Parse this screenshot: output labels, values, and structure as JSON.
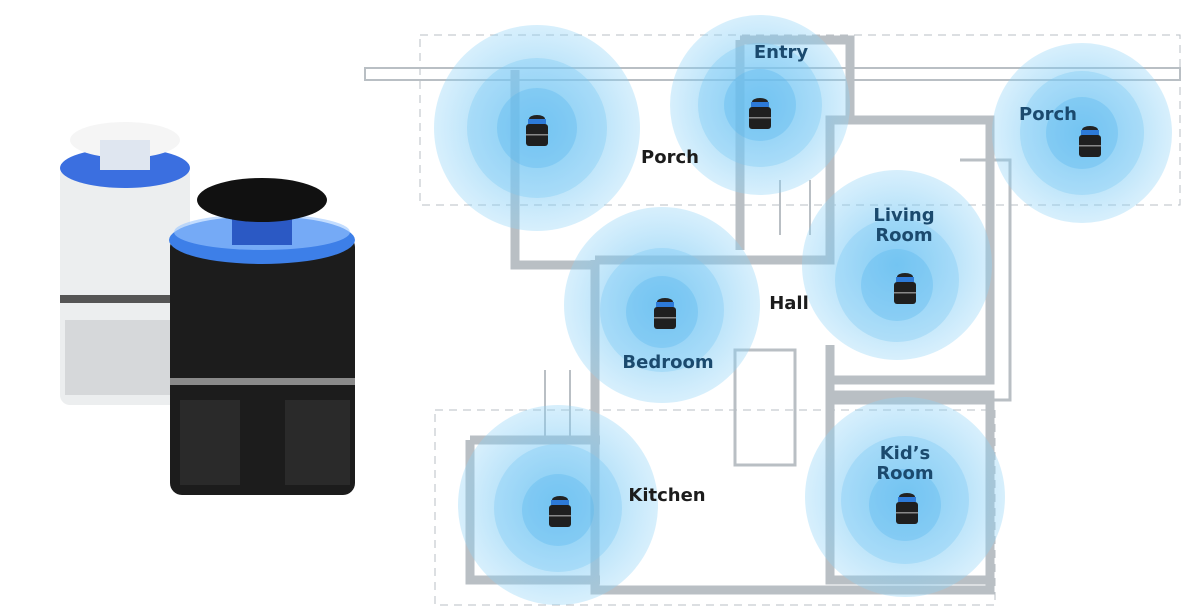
{
  "colors": {
    "coverage": "#4db3f0",
    "label_inside": "#1b4a6e",
    "label_outside": "#1c1c1c",
    "plan": "#b9bfc4"
  },
  "rooms": {
    "entry": "Entry",
    "porch_left": "Porch",
    "porch_right": "Porch",
    "living_room": "Living\nRoom",
    "hall": "Hall",
    "bedroom": "Bedroom",
    "kitchen": "Kitchen",
    "kids_room": "Kid’s\nRoom"
  }
}
